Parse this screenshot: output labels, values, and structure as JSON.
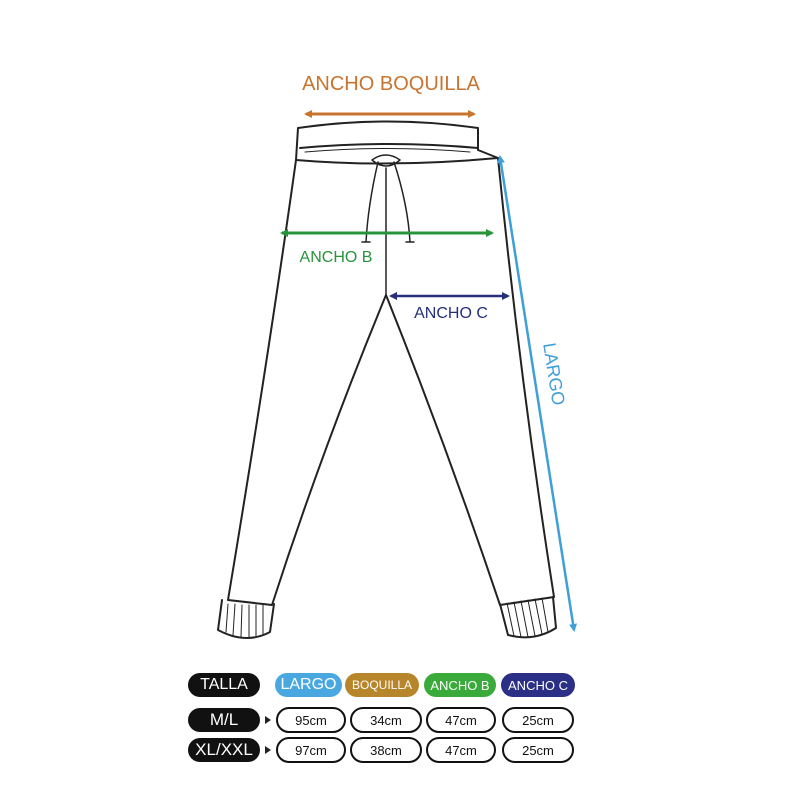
{
  "diagram": {
    "labels": {
      "ancho_boquilla": "ANCHO BOQUILLA",
      "ancho_b": "ANCHO B",
      "ancho_c": "ANCHO C",
      "largo": "LARGO"
    },
    "colors": {
      "boquilla": "#c8742f",
      "ancho_b": "#27933a",
      "ancho_c": "#252f7a",
      "largo": "#3f9fd8",
      "outline": "#222222"
    }
  },
  "table": {
    "headers": {
      "talla": "TALLA",
      "largo": "LARGO",
      "boquilla": "BOQUILLA",
      "ancho_b": "ANCHO B",
      "ancho_c": "ANCHO C"
    },
    "header_colors": {
      "talla": "#111111",
      "largo": "#4aa8e0",
      "boquilla": "#b8862a",
      "ancho_b": "#3aaa3a",
      "ancho_c": "#2b2f86"
    },
    "rows": [
      {
        "size": "M/L",
        "largo": "95cm",
        "boquilla": "34cm",
        "ancho_b": "47cm",
        "ancho_c": "25cm"
      },
      {
        "size": "XL/XXL",
        "largo": "97cm",
        "boquilla": "38cm",
        "ancho_b": "47cm",
        "ancho_c": "25cm"
      }
    ]
  }
}
